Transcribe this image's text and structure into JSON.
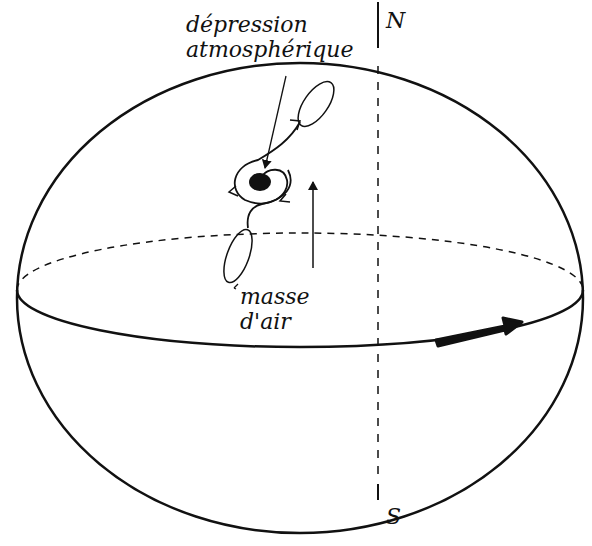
{
  "diagram": {
    "labels": [
      "N",
      "dépression atmosphérique",
      "masse d'air",
      "S"
    ]
  }
}
